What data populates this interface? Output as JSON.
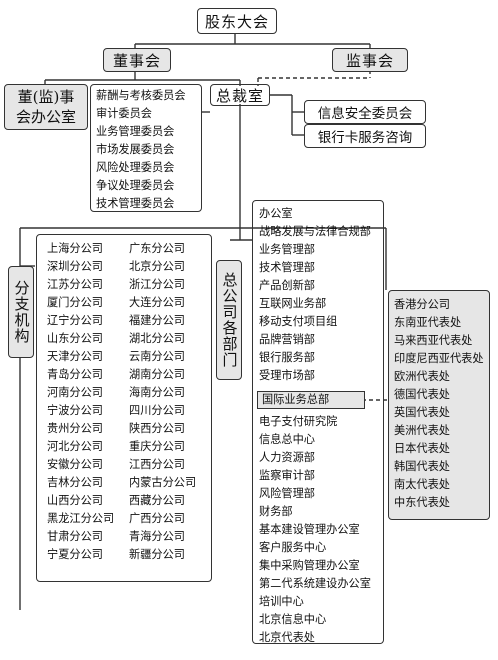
{
  "nodes": {
    "shareholders": "股东大会",
    "board": "董事会",
    "supervisory": "监事会",
    "board_office": "董(监)事会办公室",
    "president_office": "总裁室",
    "branches_label": "分支机构",
    "hq_label": "总公司各部门",
    "info_security": "信息安全委员会",
    "card_consult": "银行卡服务咨询"
  },
  "committees": [
    "薪酬与考核委员会",
    "审计委员会",
    "业务管理委员会",
    "市场发展委员会",
    "风险处理委员会",
    "争议处理委员会",
    "技术管理委员会"
  ],
  "branches_left": [
    "上海分公司",
    "深圳分公司",
    "江苏分公司",
    "厦门分公司",
    "辽宁分公司",
    "山东分公司",
    "天津分公司",
    "青岛分公司",
    "河南分公司",
    "宁波分公司",
    "贵州分公司",
    "河北分公司",
    "安徽分公司",
    "吉林分公司",
    "山西分公司",
    "黑龙江分公司",
    "甘肃分公司",
    "宁夏分公司"
  ],
  "branches_right": [
    "广东分公司",
    "北京分公司",
    "浙江分公司",
    "大连分公司",
    "福建分公司",
    "湖北分公司",
    "云南分公司",
    "湖南分公司",
    "海南分公司",
    "四川分公司",
    "陕西分公司",
    "重庆分公司",
    "江西分公司",
    "内蒙古分公司",
    "西藏分公司",
    "广西分公司",
    "青海分公司",
    "新疆分公司"
  ],
  "departments_top": [
    "办公室",
    "战略发展与法律合规部",
    "业务管理部",
    "技术管理部",
    "产品创新部",
    "互联网业务部",
    "移动支付项目组",
    "品牌营销部",
    "银行服务部",
    "受理市场部"
  ],
  "intl_dept": "国际业务总部",
  "departments_bottom": [
    "电子支付研究院",
    "信息总中心",
    "人力资源部",
    "监察审计部",
    "风险管理部",
    "财务部",
    "基本建设管理办公室",
    "客户服务中心",
    "集中采购管理办公室",
    "第二代系统建设办公室",
    "培训中心",
    "北京信息中心",
    "北京代表处"
  ],
  "overseas": [
    "香港分公司",
    "东南亚代表处",
    "马来西亚代表处",
    "印度尼西亚代表处",
    "欧洲代表处",
    "德国代表处",
    "英国代表处",
    "美洲代表处",
    "日本代表处",
    "韩国代表处",
    "南太代表处",
    "中东代表处"
  ]
}
